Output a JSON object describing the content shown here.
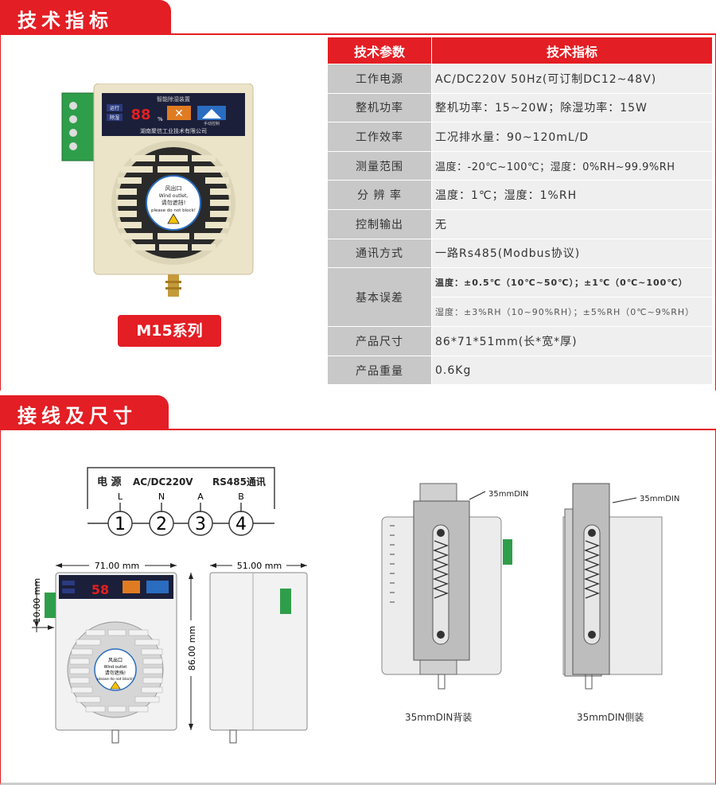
{
  "section1": {
    "title": "技术指标"
  },
  "section2": {
    "title": "接线及尺寸"
  },
  "model_label": "M15系列",
  "device": {
    "panel_title": "智能除湿装置",
    "run_label": "运行",
    "dehum_label": "除湿",
    "display": "88",
    "percent": "%",
    "manual_label": "手动控制",
    "company": "湖南聚信工业技术有限公司",
    "outlet_cn": "风出口",
    "outlet_en": "Wind outlet,",
    "do_not_block_cn": "请勿遮挡!",
    "do_not_block_en": "please do not block!"
  },
  "table": {
    "header_param": "技术参数",
    "header_spec": "技术指标",
    "rows": [
      {
        "k": "工作电源",
        "v": "AC/DC220V 50Hz(可订制DC12~48V)"
      },
      {
        "k": "整机功率",
        "v": "整机功率：15~20W；除湿功率：15W"
      },
      {
        "k": "工作效率",
        "v": "工况排水量：90~120mL/D"
      },
      {
        "k": "测量范围",
        "v": "温度：-20℃~100℃；湿度：0%RH~99.9%RH"
      },
      {
        "k": "分 辨 率",
        "v": "温度：1℃；湿度：1%RH"
      },
      {
        "k": "控制输出",
        "v": "无"
      },
      {
        "k": "通讯方式",
        "v": "一路Rs485(Modbus协议)"
      },
      {
        "k": "基本误差",
        "v1": "温度：±0.5℃（10℃~50℃）；±1℃（0℃~100℃）",
        "v2": "湿度：±3%RH（10~90%RH）；±5%RH（0℃~9%RH）"
      },
      {
        "k": "产品尺寸",
        "v": "86*71*51mm(长*宽*厚)"
      },
      {
        "k": "产品重量",
        "v": "0.6Kg"
      }
    ]
  },
  "wiring": {
    "power_label": "电 源",
    "voltage_label": "AC/DC220V",
    "comm_label": "RS485通讯",
    "terminals": [
      "L",
      "N",
      "A",
      "B"
    ],
    "numbers": [
      "1",
      "2",
      "3",
      "4"
    ]
  },
  "dims": {
    "width": "71.00 mm",
    "depth": "51.00 mm",
    "height": "86.00 mm",
    "offset": "10.00 mm",
    "front_display": "58",
    "outlet_cn": "风出口",
    "outlet_en": "Wind outlet",
    "block_cn": "请勿遮挡!",
    "block_en": "please do not block!"
  },
  "mount": {
    "din_label_1": "35mmDIN",
    "din_label_2": "35mmDIN",
    "caption_back": "35mmDIN背装",
    "caption_side": "35mmDIN侧装"
  }
}
